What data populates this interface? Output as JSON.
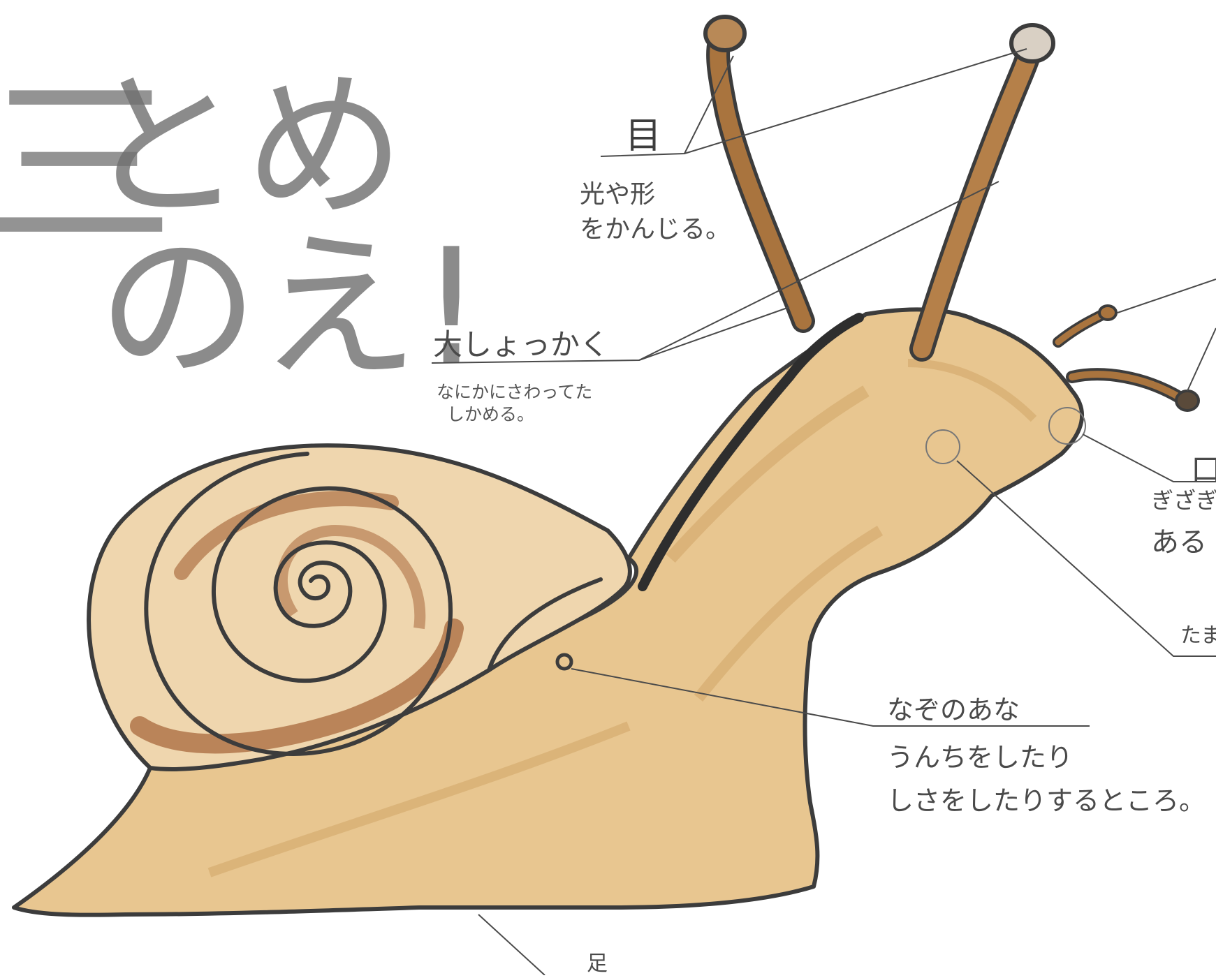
{
  "title": {
    "line1": "とめ",
    "line2": "のえ!",
    "partial_left": "三"
  },
  "labels": {
    "eye": {
      "name": "目",
      "note1": "光や形",
      "note2": "をかんじる。"
    },
    "big_tentacle": {
      "name": "大しょっかく",
      "note1": "なにかにさわってた",
      "note2": "しかめる。"
    },
    "mouth": {
      "name": "口",
      "note1": "ぎざぎ",
      "note2": "ある"
    },
    "egg_hole": {
      "note": "たま"
    },
    "mystery_hole": {
      "name": "なぞのあな",
      "note1": "うんちをしたり",
      "note2": "しさをしたりするところ。"
    },
    "foot": {
      "name": "足"
    }
  },
  "colors": {
    "body": "#e8c690",
    "body_shadow": "#d9aa68",
    "shell": "#efd6ae",
    "shell_band": "#a8683c",
    "tentacle": "#a9743e",
    "outline": "#3c3c3c"
  }
}
